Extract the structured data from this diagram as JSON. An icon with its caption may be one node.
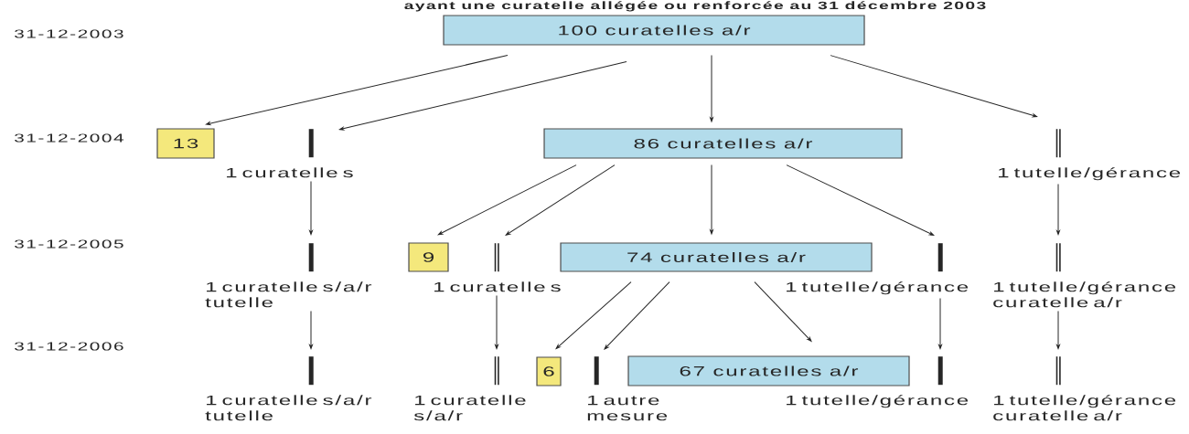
{
  "diagram": {
    "title": "ayant une curatelle allégée ou renforcée au 31 décembre 2003",
    "nodes": [
      {
        "text": [
          "100 curatelles a/r"
        ]
      },
      {
        "text": [
          "13"
        ]
      },
      {
        "text": [
          "1 curatelle s"
        ]
      },
      {
        "text": [
          "86 curatelles a/r"
        ]
      },
      {
        "text": [
          "1 tutelle/gérance"
        ]
      },
      {
        "text": [
          "1 curatelle s/a/r tutelle"
        ]
      },
      {
        "text": [
          "9"
        ]
      },
      {
        "text": [
          "1 curatelle s"
        ]
      },
      {
        "text": [
          "74 curatelles a/r"
        ]
      },
      {
        "text": [
          "1 tutelle/gérance"
        ]
      },
      {
        "text": [
          "1 tutelle/gérance curatelle a/r"
        ]
      },
      {
        "text": [
          "1 curatelle s/a/r tutelle"
        ]
      },
      {
        "text": [
          "1 curatelle s/a/r"
        ]
      },
      {
        "text": [
          "6"
        ]
      },
      {
        "text": [
          "1 autre mesure"
        ]
      },
      {
        "text": [
          "67 curatelles a/r"
        ]
      },
      {
        "text": [
          "1 tutelle/gérance"
        ]
      },
      {
        "text": [
          "1 tutelle/gérance curatelle a/r"
        ]
      }
    ],
    "edges": [
      {
        "from": 0,
        "to": 1,
        "arrow": "to"
      },
      {
        "from": 0,
        "to": 2,
        "arrow": "to"
      },
      {
        "from": 0,
        "to": 3,
        "arrow": "to"
      },
      {
        "from": 0,
        "to": 4,
        "arrow": "to"
      },
      {
        "from": 2,
        "to": 5,
        "arrow": "to"
      },
      {
        "from": 3,
        "to": 6,
        "arrow": "to"
      },
      {
        "from": 3,
        "to": 7,
        "arrow": "to"
      },
      {
        "from": 3,
        "to": 8,
        "arrow": "to"
      },
      {
        "from": 3,
        "to": 9,
        "arrow": "to"
      },
      {
        "from": 4,
        "to": 10,
        "arrow": "to"
      },
      {
        "from": 5,
        "to": 11,
        "arrow": "to"
      },
      {
        "from": 7,
        "to": 12,
        "arrow": "to"
      },
      {
        "from": 8,
        "to": 13,
        "arrow": "to"
      },
      {
        "from": 8,
        "to": 14,
        "arrow": "to"
      },
      {
        "from": 8,
        "to": 15,
        "arrow": "to"
      },
      {
        "from": 9,
        "to": 16,
        "arrow": "to"
      },
      {
        "from": 10,
        "to": 17,
        "arrow": "to"
      }
    ],
    "labels": [
      "31-12-2003",
      "31-12-2004",
      "31-12-2005",
      "31-12-2006"
    ]
  }
}
